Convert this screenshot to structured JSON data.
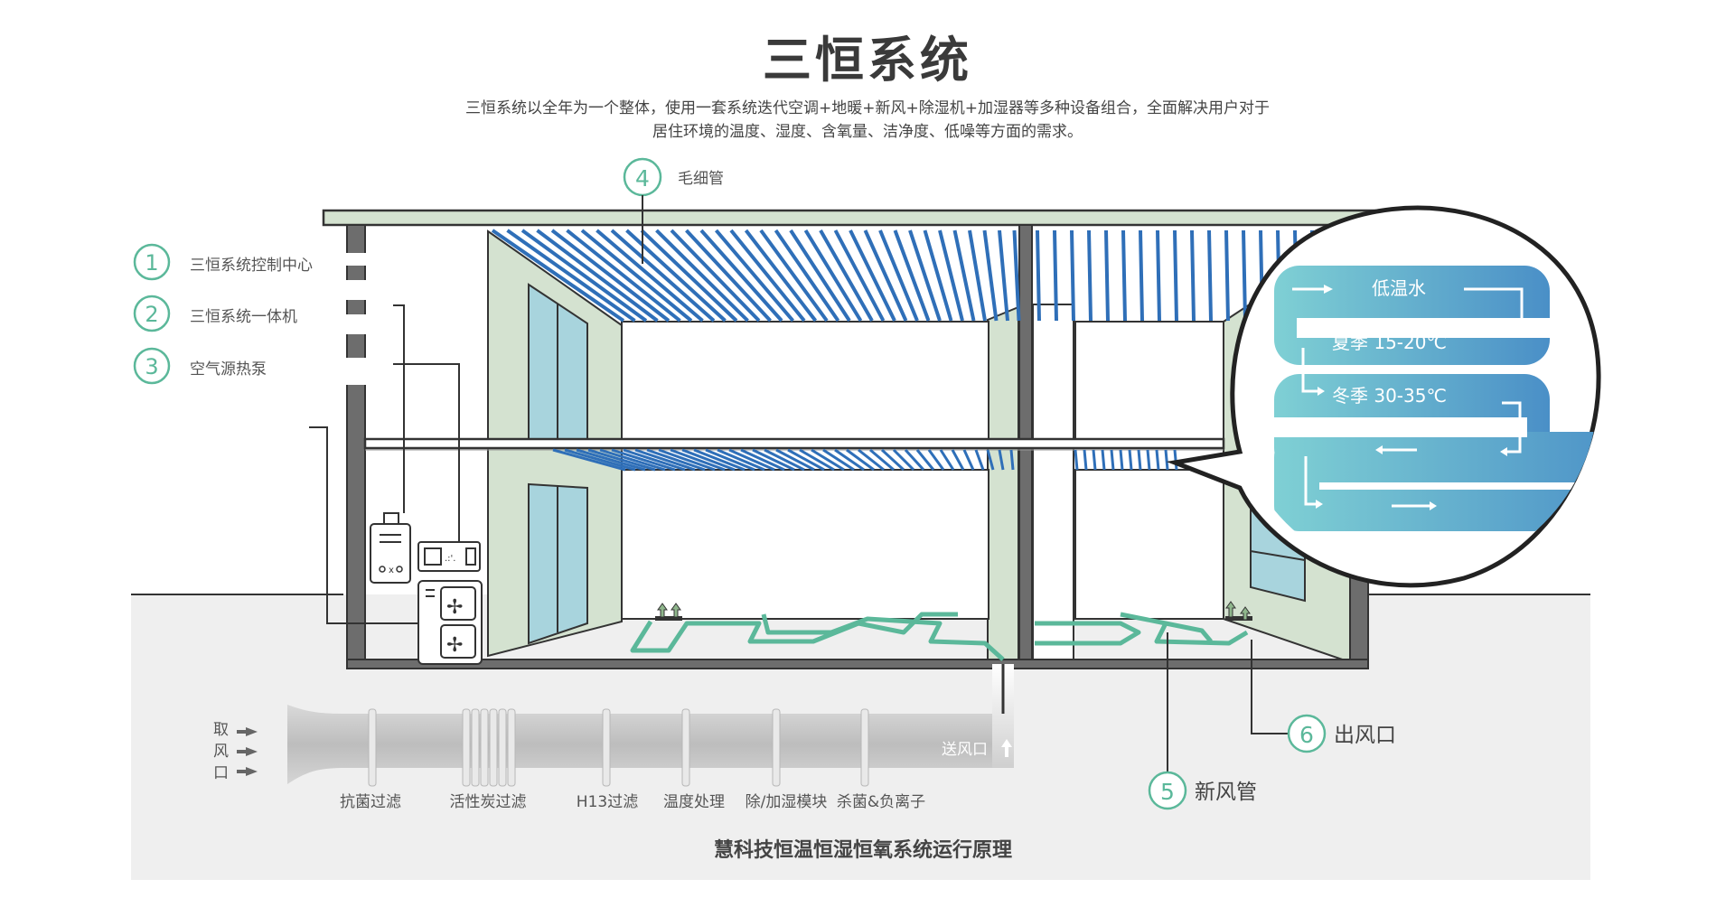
{
  "header": {
    "title": "三恒系统",
    "description_line1": "三恒系统以全年为一个整体，使用一套系统迭代空调+地暖+新风+除湿机+加湿器等多种设备组合，全面解决用户对于",
    "description_line2": "居住环境的温度、湿度、含氧量、洁净度、低噪等方面的需求。"
  },
  "legend": [
    {
      "num": "1",
      "label": "三恒系统控制中心"
    },
    {
      "num": "2",
      "label": "三恒系统一体机"
    },
    {
      "num": "3",
      "label": "空气源热泵"
    }
  ],
  "callouts": {
    "capillary": {
      "num": "4",
      "label": "毛细管"
    },
    "fresh_air_pipe": {
      "num": "5",
      "label": "新风管"
    },
    "air_outlet": {
      "num": "6",
      "label": "出风口"
    }
  },
  "water_detail": {
    "title": "低温水",
    "summer": "夏季 15-20℃",
    "winter": "冬季 30-35℃"
  },
  "duct": {
    "intake_label": [
      "取",
      "风",
      "口"
    ],
    "supply_label": "送风口",
    "stages": [
      "抗菌过滤",
      "活性炭过滤",
      "H13过滤",
      "温度处理",
      "除/加湿模块",
      "杀菌&负离子"
    ]
  },
  "caption": "慧科技恒温恒湿恒氧系统运行原理",
  "colors": {
    "pipe_blue": "#2f6fb8",
    "accent_green": "#5bb89a",
    "wall_green": "#d4e2d0",
    "ground_gray": "#efefef",
    "water_blue_start": "#7fd0d4",
    "water_blue_end": "#4a8fc7"
  }
}
